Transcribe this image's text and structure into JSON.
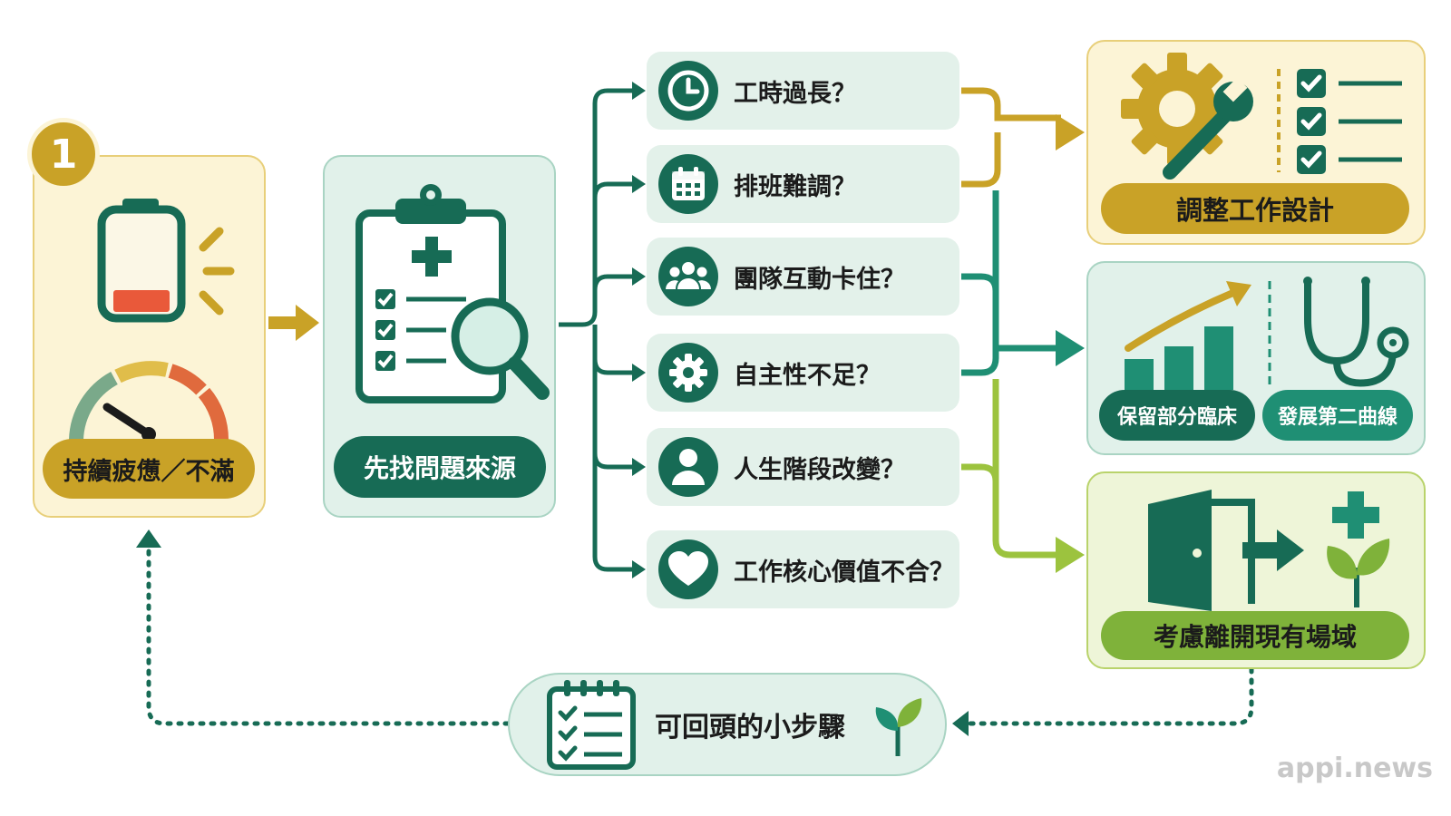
{
  "step_number": "1",
  "start": {
    "label": "持續疲憊／不滿",
    "icons": [
      "battery-low-icon",
      "gauge-icon"
    ]
  },
  "diagnose": {
    "label": "先找問題來源",
    "icon": "clipboard-search-icon"
  },
  "questions": [
    {
      "label": "工時過長？",
      "icon": "clock-icon"
    },
    {
      "label": "排班難調？",
      "icon": "calendar-icon"
    },
    {
      "label": "團隊互動卡住？",
      "icon": "team-icon"
    },
    {
      "label": "自主性不足？",
      "icon": "gear-icon"
    },
    {
      "label": "人生階段改變？",
      "icon": "person-icon"
    },
    {
      "label": "工作核心價值不合？",
      "icon": "heart-icon"
    }
  ],
  "outcomes": {
    "redesign": {
      "label": "調整工作設計",
      "icons": [
        "gear-wrench-icon",
        "checklist-icon"
      ],
      "color": "#c9a227"
    },
    "keep_clinical": {
      "labels": [
        "保留部分臨床",
        "發展第二曲線"
      ],
      "icons": [
        "growth-chart-icon",
        "stethoscope-icon"
      ],
      "color": "#1f8f74"
    },
    "leave": {
      "label": "考慮離開現有場域",
      "icons": [
        "exit-door-icon",
        "plant-cross-icon"
      ],
      "color": "#7fb23a"
    }
  },
  "return_step": {
    "label": "可回頭的小步驟",
    "icons": [
      "checklist-calendar-icon",
      "sprout-icon"
    ]
  },
  "watermark": "appi.news"
}
